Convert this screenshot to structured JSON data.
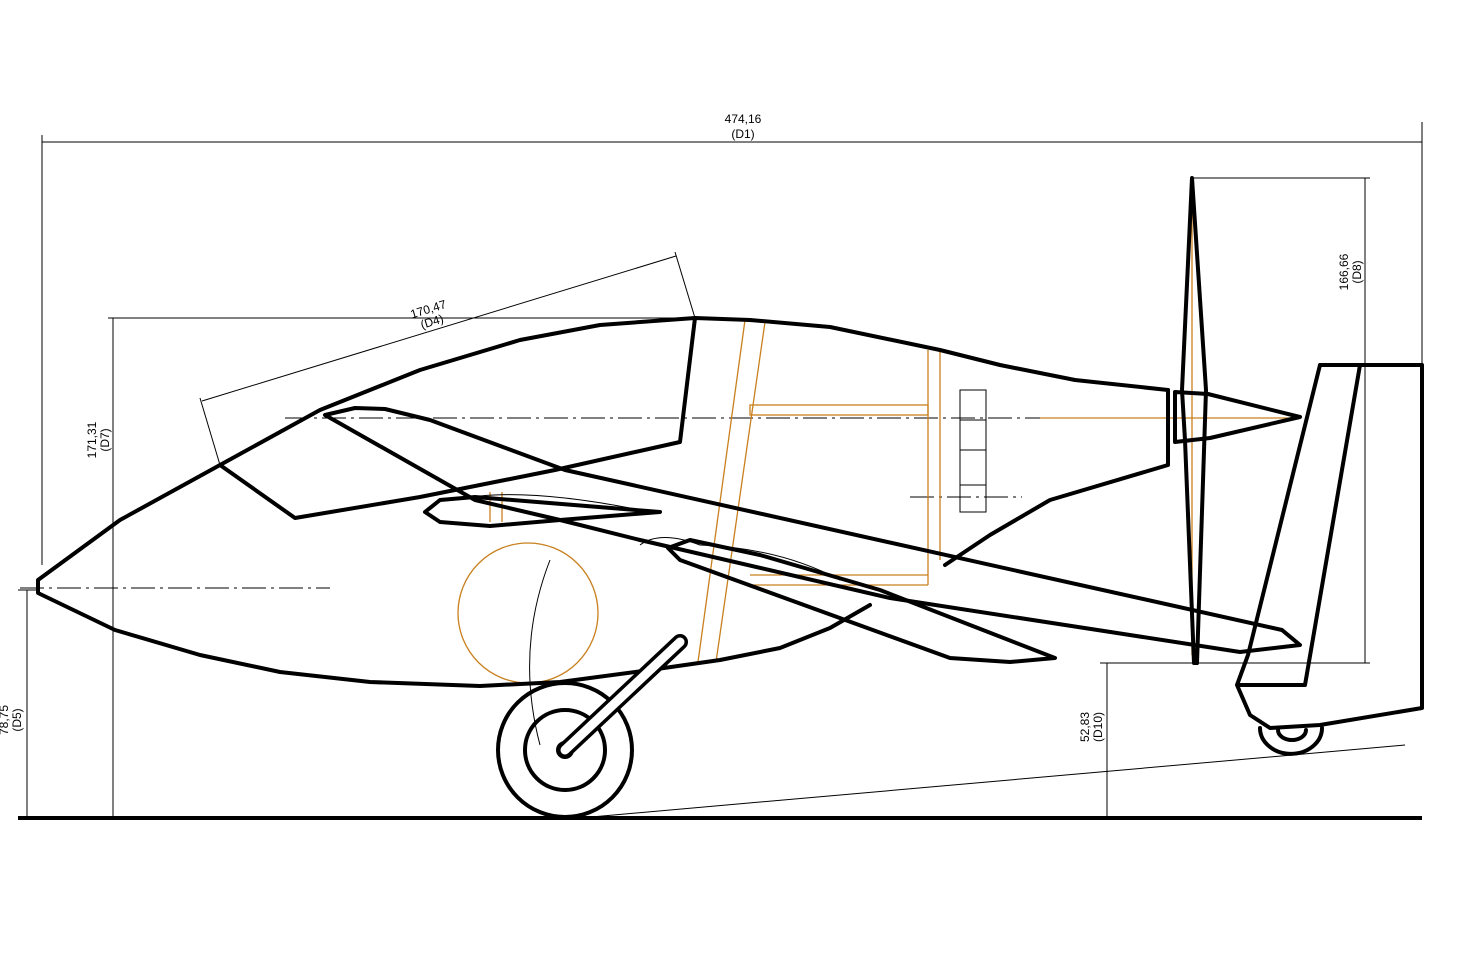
{
  "drawing": {
    "dimensions": [
      {
        "id": "D1",
        "value": "474,16",
        "label": "(D1)"
      },
      {
        "id": "D4",
        "value": "170,47",
        "label": "(D4)"
      },
      {
        "id": "D7",
        "value": "171,31",
        "label": "(D7)"
      },
      {
        "id": "D5",
        "value": "78,75",
        "label": "(D5)"
      },
      {
        "id": "D8",
        "value": "166,66",
        "label": "(D8)"
      },
      {
        "id": "D10",
        "value": "52,83",
        "label": "(D10)"
      }
    ],
    "colors": {
      "line": "#000000",
      "construction": "#c8801e"
    }
  }
}
